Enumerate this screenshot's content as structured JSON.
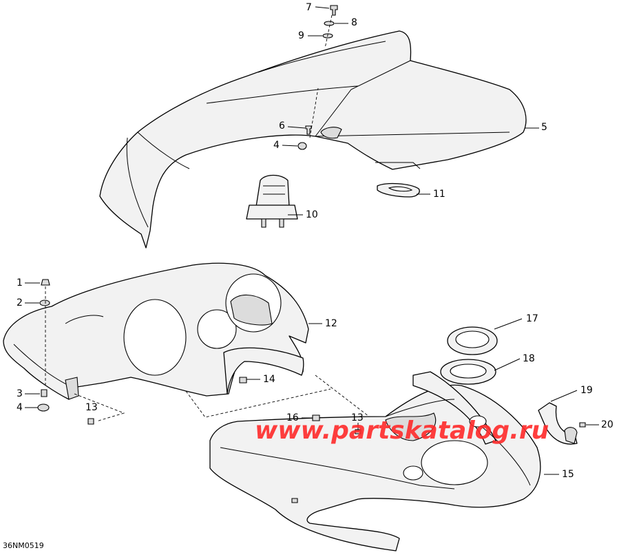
{
  "diagram": {
    "callouts": [
      "1",
      "2",
      "3",
      "4",
      "5",
      "6",
      "7",
      "8",
      "9",
      "10",
      "11",
      "12",
      "13",
      "14",
      "15",
      "16",
      "17",
      "18",
      "19",
      "20"
    ],
    "callouts_extra": {
      "label_4b": "4",
      "label_13b": "13"
    },
    "drawing_code": "36NM0519",
    "watermark": "www.partskatalog.ru",
    "colors": {
      "line": "#000000",
      "panel_fill": "#f2f2f2",
      "watermark": "#ff2a2a"
    }
  }
}
